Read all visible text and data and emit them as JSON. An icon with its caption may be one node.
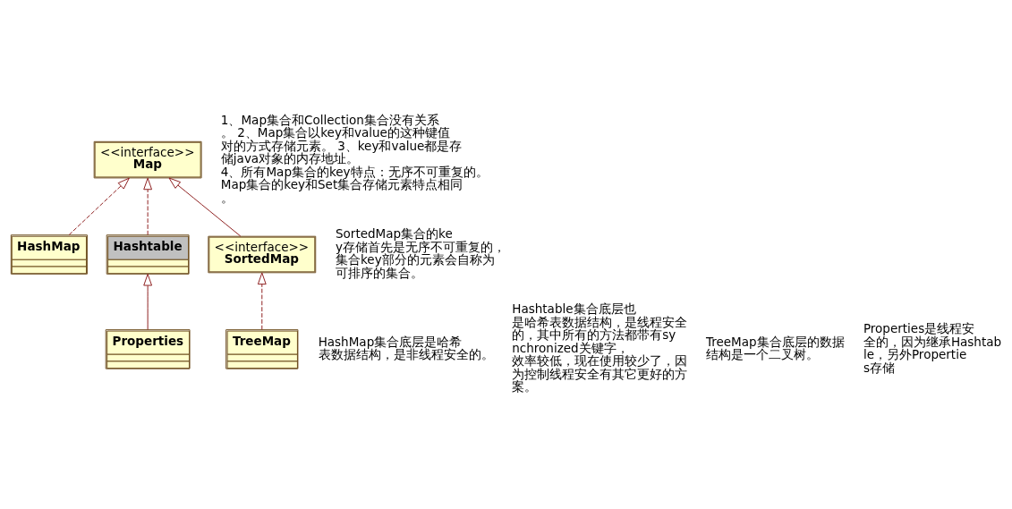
{
  "diagram": {
    "nodes": [
      {
        "text": [
          "<<interface>>",
          "Map"
        ]
      },
      {
        "text": [
          "HashMap"
        ]
      },
      {
        "text": [
          "Hashtable"
        ]
      },
      {
        "text": [
          "<<interface>>",
          "SortedMap"
        ]
      },
      {
        "text": [
          "TreeMap"
        ]
      },
      {
        "text": [
          "Properties"
        ]
      }
    ],
    "edges": [
      {
        "from": 1,
        "to": 0,
        "arrow": "to",
        "style": "dashed"
      },
      {
        "from": 2,
        "to": 0,
        "arrow": "to",
        "style": "dashed"
      },
      {
        "from": 3,
        "to": 0,
        "arrow": "to"
      },
      {
        "from": 4,
        "to": 3,
        "arrow": "to",
        "style": "dashed"
      },
      {
        "from": 5,
        "to": 2,
        "arrow": "to"
      }
    ],
    "labels": [
      "1、Map集合和Collection集合没有关系。 2、Map集合以key和value的这种键值对的方式存储元素。 3、key和value都是存储java对象的内存地址。 4、所有Map集合的key特点：无序不可重复的。 Map集合的key和Set集合存储元素特点相同。",
      "SortedMap集合的key存储首先是无序不可重复的，集合key部分的元素会自称为可排序的集合。",
      "HashMap集合底层是哈希表数据结构，是非线程安全的。",
      "Hashtable集合底层也是哈希表数据结构，是线程安全的，其中所有的方法都带有synchronized关键字，效率较低，现在使用较少了，因为控制线程安全有其它更好的方案。",
      "TreeMap集合底层的数据结构是一个二叉树。",
      "Properties是线程安全的，因为继承Hashtable，另外Properties存储"
    ]
  }
}
